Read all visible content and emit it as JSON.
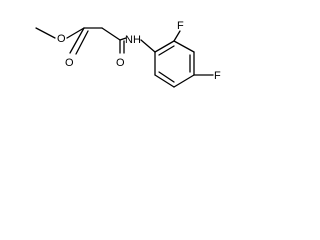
{
  "molecule": {
    "atoms": [
      {
        "id": "O_methoxy",
        "label": "O"
      },
      {
        "id": "O_ester_carbonyl",
        "label": "O"
      },
      {
        "id": "O_amide_carbonyl",
        "label": "O"
      },
      {
        "id": "N_amide",
        "label": "NH"
      },
      {
        "id": "F_ortho",
        "label": "F"
      },
      {
        "id": "F_para",
        "label": "F"
      }
    ]
  }
}
